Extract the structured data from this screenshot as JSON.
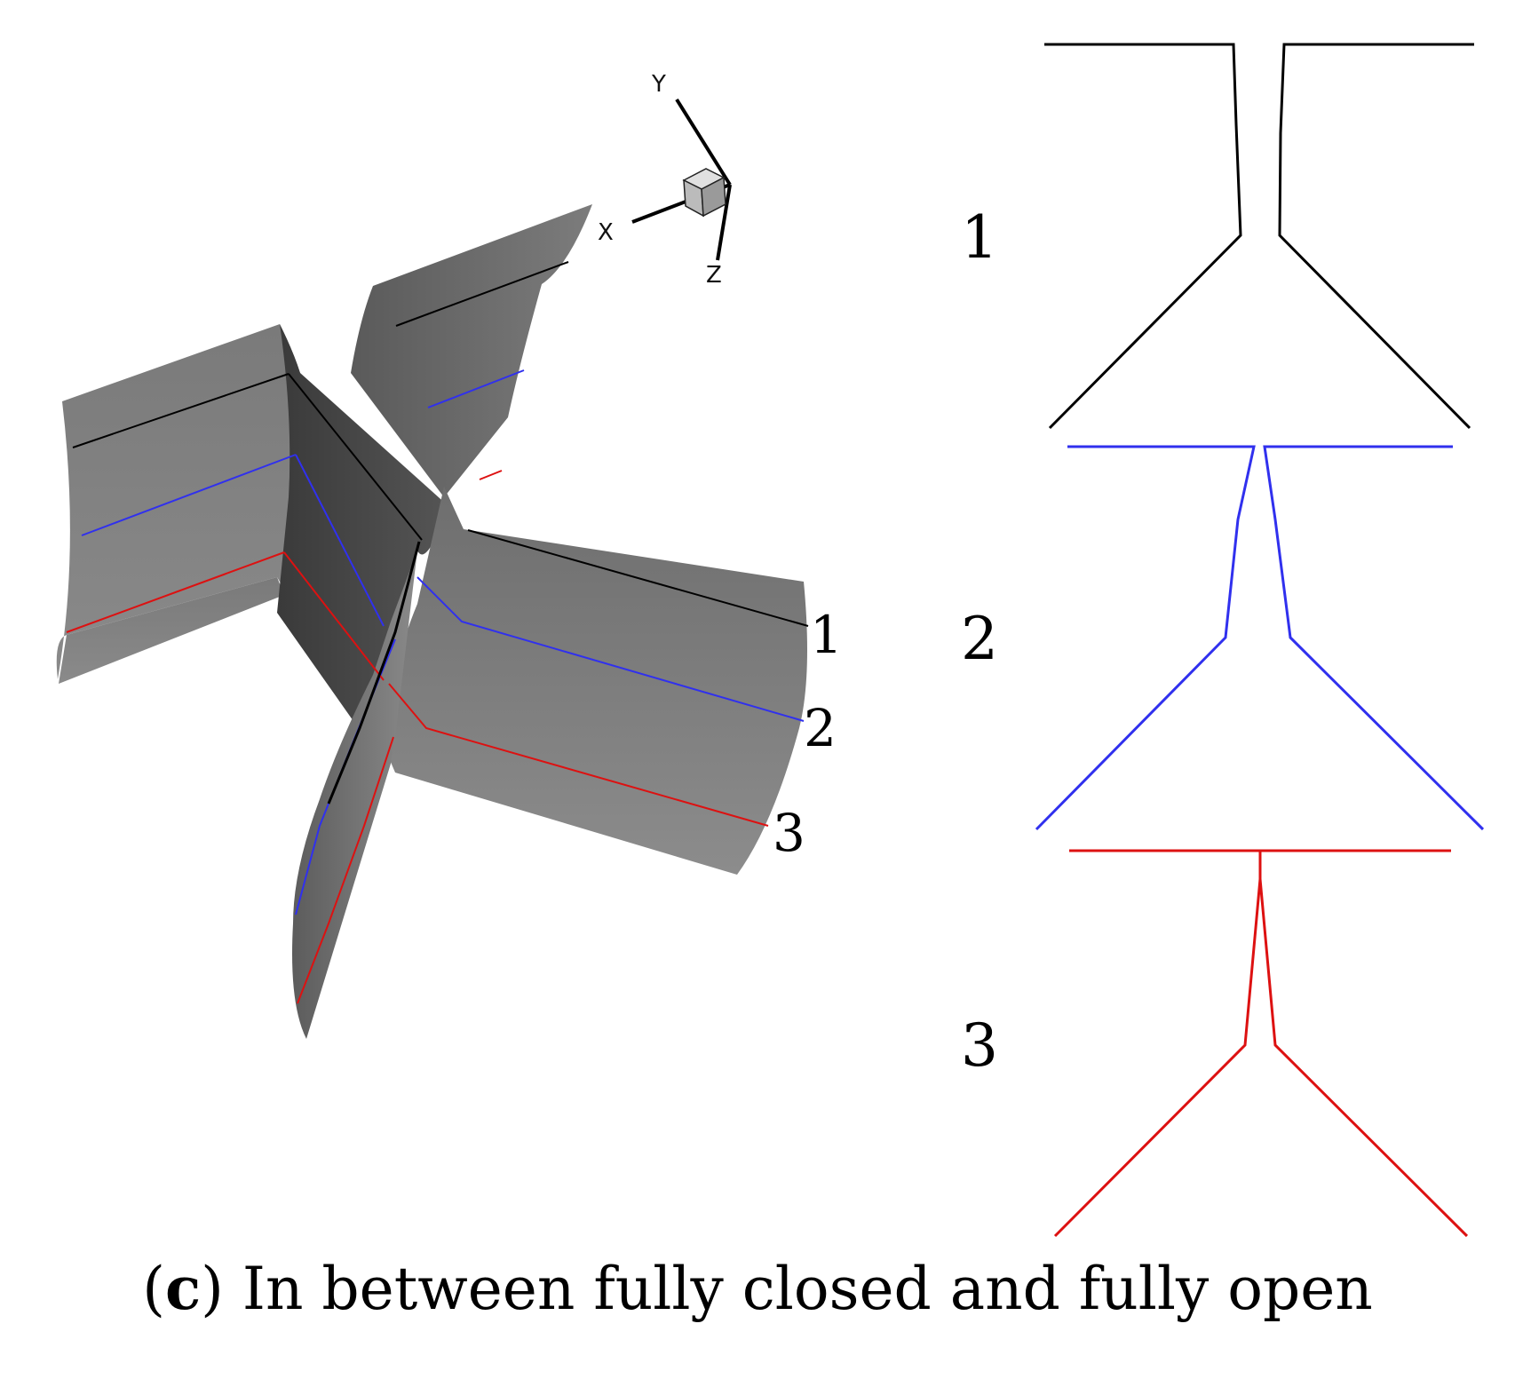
{
  "colors": {
    "line1": "#000000",
    "line2": "#3030ee",
    "line3": "#dd1111"
  },
  "triad": {
    "x": "X",
    "y": "Y",
    "z": "Z"
  },
  "labels_3d": [
    "1",
    "2",
    "3"
  ],
  "labels_sections": [
    "1",
    "2",
    "3"
  ],
  "caption": {
    "open_paren": "(",
    "letter": "c",
    "close_paren": ")",
    "text": " In between fully closed and fully open"
  }
}
